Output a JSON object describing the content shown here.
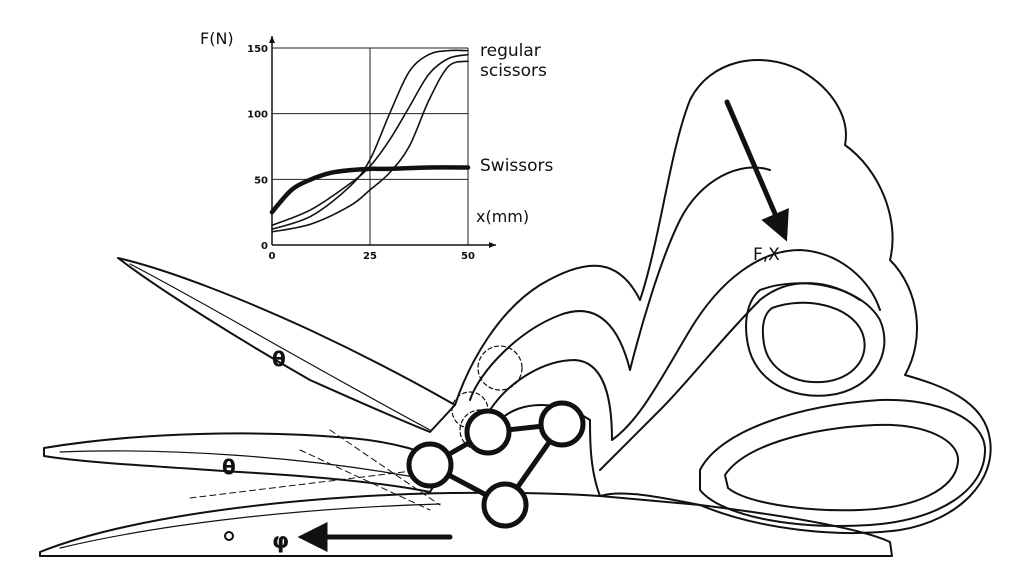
{
  "annotations": {
    "force_displacement": "F,X",
    "angle_symbol": "φ",
    "blade_marker": "θ"
  },
  "chart_data": {
    "type": "line",
    "ylabel": "F(N)",
    "xlabel": "x(mm)",
    "xlim": [
      0,
      50
    ],
    "ylim": [
      0,
      150
    ],
    "x_ticks": [
      "0",
      "25",
      "50"
    ],
    "y_ticks": [
      "0",
      "50",
      "100",
      "150"
    ],
    "grid": true,
    "series": [
      {
        "name": "regular scissors",
        "label_lines": [
          "regular",
          "scissors"
        ],
        "curves": [
          {
            "x": [
              0,
              10,
              20,
              25,
              30,
              35,
              40,
              45,
              50
            ],
            "y": [
              12,
              22,
              45,
              65,
              100,
              132,
              145,
              148,
              148
            ]
          },
          {
            "x": [
              0,
              10,
              20,
              25,
              30,
              35,
              40,
              45,
              50
            ],
            "y": [
              15,
              27,
              47,
              60,
              80,
              105,
              130,
              142,
              145
            ]
          },
          {
            "x": [
              0,
              10,
              20,
              25,
              30,
              35,
              40,
              45,
              50
            ],
            "y": [
              10,
              16,
              30,
              42,
              55,
              75,
              110,
              136,
              140
            ]
          }
        ]
      },
      {
        "name": "Swissors",
        "curves": [
          {
            "x": [
              0,
              5,
              10,
              15,
              20,
              25,
              30,
              40,
              50
            ],
            "y": [
              25,
              42,
              50,
              55,
              57,
              58,
              58,
              59,
              59
            ]
          }
        ]
      }
    ]
  }
}
